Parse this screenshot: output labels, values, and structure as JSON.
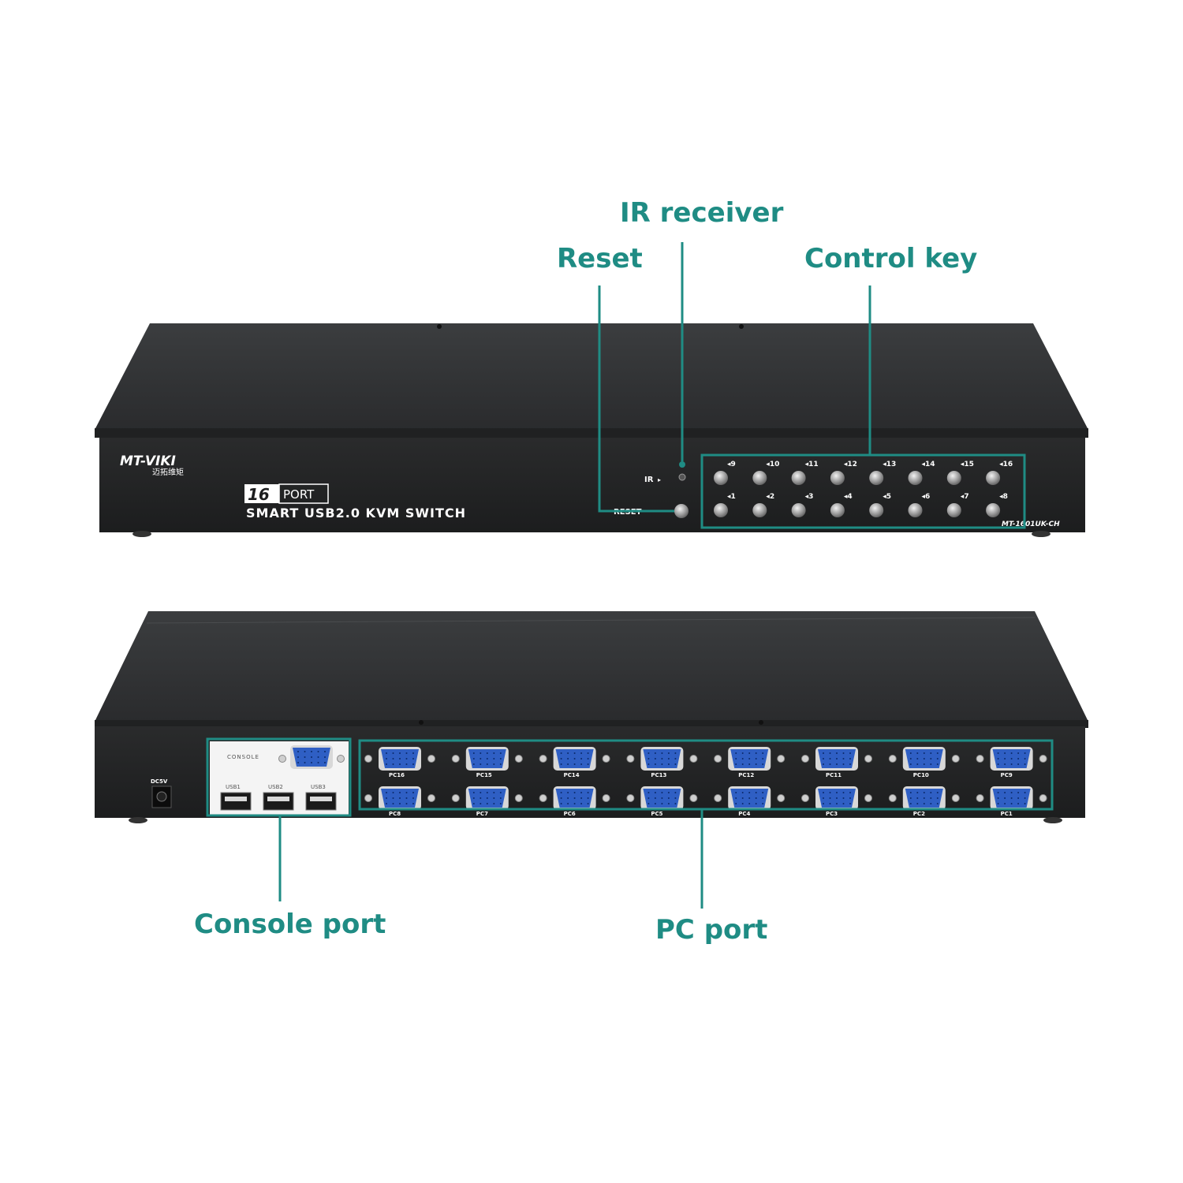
{
  "callouts": {
    "ir_receiver": "IR receiver",
    "reset": "Reset",
    "control_key": "Control key",
    "console_port": "Console port",
    "pc_port": "PC port"
  },
  "front_panel": {
    "brand": "MT-VIKI",
    "brand_sub": "迈拓维矩",
    "port_count": "16",
    "port_word": "PORT",
    "product_line": "SMART USB2.0 KVM SWITCH",
    "ir_label": "IR",
    "reset_label": "RESET",
    "model": "MT-1601UK-CH",
    "key_labels_top": [
      "9",
      "10",
      "11",
      "12",
      "13",
      "14",
      "15",
      "16"
    ],
    "key_labels_bottom": [
      "1",
      "2",
      "3",
      "4",
      "5",
      "6",
      "7",
      "8"
    ]
  },
  "back_panel": {
    "console_label": "CONSOLE",
    "usb_labels": [
      "USB1",
      "USB2",
      "USB3"
    ],
    "dc_label": "DC5V",
    "pc_labels_top": [
      "PC16",
      "PC15",
      "PC14",
      "PC13",
      "PC12",
      "PC11",
      "PC10",
      "PC9"
    ],
    "pc_labels_bottom": [
      "PC8",
      "PC7",
      "PC6",
      "PC5",
      "PC4",
      "PC3",
      "PC2",
      "PC1"
    ]
  },
  "colors": {
    "accent": "#1f8c84",
    "device_dark": "#232425",
    "vga_blue": "#2f5fc4"
  }
}
